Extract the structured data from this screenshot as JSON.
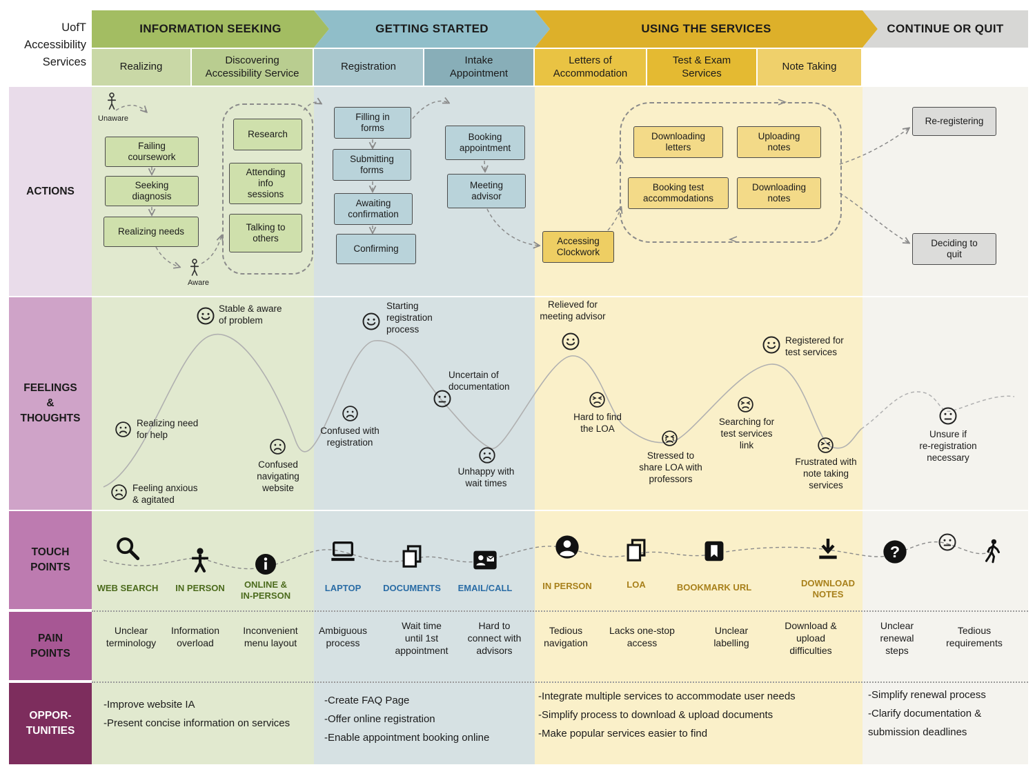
{
  "colors": {
    "phase_green": "#a3bd62",
    "phase_blue": "#90bec9",
    "phase_gold": "#ddb02a",
    "phase_gray": "#d7d7d5",
    "body_green": "#e1e9cf",
    "body_blue": "#d6e1e3",
    "body_gold": "#faf0c9",
    "body_gray": "#f4f3ee",
    "label_actions": "#e9dcea",
    "label_feelings": "#cfa3c8",
    "label_touch": "#bd7bb0",
    "label_pain": "#a75794",
    "label_opportunities": "#7d2d5d",
    "green_text": "#4c6b1d",
    "blue_text": "#2a6ca5",
    "gold_text": "#a8801b"
  },
  "brand": {
    "title": "UofT\nAccessibility\nServices"
  },
  "row_labels": {
    "actions": "ACTIONS",
    "feelings": "FEELINGS\n&\nTHOUGHTS",
    "touch": "TOUCH\nPOINTS",
    "pain": "PAIN\nPOINTS",
    "opportunities": "OPPOR-\nTUNITIES"
  },
  "phases": [
    {
      "label": "INFORMATION SEEKING"
    },
    {
      "label": "GETTING STARTED"
    },
    {
      "label": "USING THE SERVICES"
    },
    {
      "label": "CONTINUE OR QUIT"
    }
  ],
  "subphases": [
    {
      "label": "Realizing"
    },
    {
      "label": "Discovering\nAccessibility Service"
    },
    {
      "label": "Registration"
    },
    {
      "label": "Intake\nAppointment"
    },
    {
      "label": "Letters of\nAccommodation"
    },
    {
      "label": "Test & Exam\nServices"
    },
    {
      "label": "Note Taking"
    }
  ],
  "actions": {
    "unaware": "Unaware",
    "aware": "Aware",
    "boxes": [
      {
        "label": "Failing\ncoursework"
      },
      {
        "label": "Seeking\ndiagnosis"
      },
      {
        "label": "Realizing needs"
      },
      {
        "label": "Research"
      },
      {
        "label": "Attending\ninfo\nsessions"
      },
      {
        "label": "Talking to\nothers"
      },
      {
        "label": "Filling in\nforms"
      },
      {
        "label": "Submitting\nforms"
      },
      {
        "label": "Awaiting\nconfirmation"
      },
      {
        "label": "Confirming"
      },
      {
        "label": "Booking\nappointment"
      },
      {
        "label": "Meeting\nadvisor"
      },
      {
        "label": "Accessing\nClockwork"
      },
      {
        "label": "Downloading\nletters"
      },
      {
        "label": "Uploading\nnotes"
      },
      {
        "label": "Booking test\naccommodations"
      },
      {
        "label": "Downloading\nnotes"
      },
      {
        "label": "Re-registering"
      },
      {
        "label": "Deciding to\nquit"
      }
    ]
  },
  "feelings": [
    {
      "face": "happy",
      "label": "Stable & aware\nof problem"
    },
    {
      "face": "sad",
      "label": "Realizing need\nfor help"
    },
    {
      "face": "sad",
      "label": "Feeling anxious\n& agitated"
    },
    {
      "face": "sad",
      "label": "Confused\nnavigating\nwebsite"
    },
    {
      "face": "happy",
      "label": "Starting\nregistration\nprocess"
    },
    {
      "face": "sad",
      "label": "Confused with\nregistration"
    },
    {
      "face": "neutral",
      "label": "Uncertain of\ndocumentation"
    },
    {
      "face": "sad",
      "label": "Unhappy with\nwait times"
    },
    {
      "face": "happy",
      "label": "Relieved for\nmeeting  advisor"
    },
    {
      "face": "stressed",
      "label": "Hard to find\nthe LOA"
    },
    {
      "face": "crying",
      "label": "Stressed to\nshare LOA with\nprofessors"
    },
    {
      "face": "stressed",
      "label": "Searching for\ntest services\nlink"
    },
    {
      "face": "happy",
      "label": "Registered for\ntest services"
    },
    {
      "face": "stressed",
      "label": "Frustrated with\nnote taking\nservices"
    },
    {
      "face": "neutral",
      "label": "Unsure if\nre-registration\nnecessary"
    }
  ],
  "touchpoints": [
    {
      "icon": "web-search",
      "label": "WEB SEARCH"
    },
    {
      "icon": "in-person",
      "label": "IN PERSON"
    },
    {
      "icon": "online-in-person",
      "label": "ONLINE &\nIN-PERSON"
    },
    {
      "icon": "laptop",
      "label": "LAPTOP"
    },
    {
      "icon": "documents",
      "label": "DOCUMENTS"
    },
    {
      "icon": "email-call",
      "label": "EMAIL/CALL"
    },
    {
      "icon": "in-person-circle",
      "label": "IN PERSON"
    },
    {
      "icon": "loa-documents",
      "label": "LOA"
    },
    {
      "icon": "bookmark",
      "label": "BOOKMARK URL"
    },
    {
      "icon": "download",
      "label": "DOWNLOAD\nNOTES"
    }
  ],
  "painpoints": [
    "Unclear\nterminology",
    "Information\noverload",
    "Inconvenient\nmenu layout",
    "Ambiguous\nprocess",
    "Wait time\nuntil 1st\nappointment",
    "Hard to\nconnect with\nadvisors",
    "Tedious\nnavigation",
    "Lacks one-stop\naccess",
    "Unclear\nlabelling",
    "Download &\nupload\ndifficulties",
    "Unclear\nrenewal\nsteps",
    "Tedious\nrequirements"
  ],
  "opportunities": [
    {
      "lines": "-Improve website IA\n-Present concise information on services"
    },
    {
      "lines": "-Create FAQ Page\n-Offer online registration\n-Enable appointment booking online"
    },
    {
      "lines": "-Integrate multiple services to accommodate user needs\n-Simplify process to download & upload documents\n-Make popular services easier to find"
    },
    {
      "lines": "-Simplify  renewal process\n-Clarify documentation &\n submission deadlines"
    }
  ]
}
